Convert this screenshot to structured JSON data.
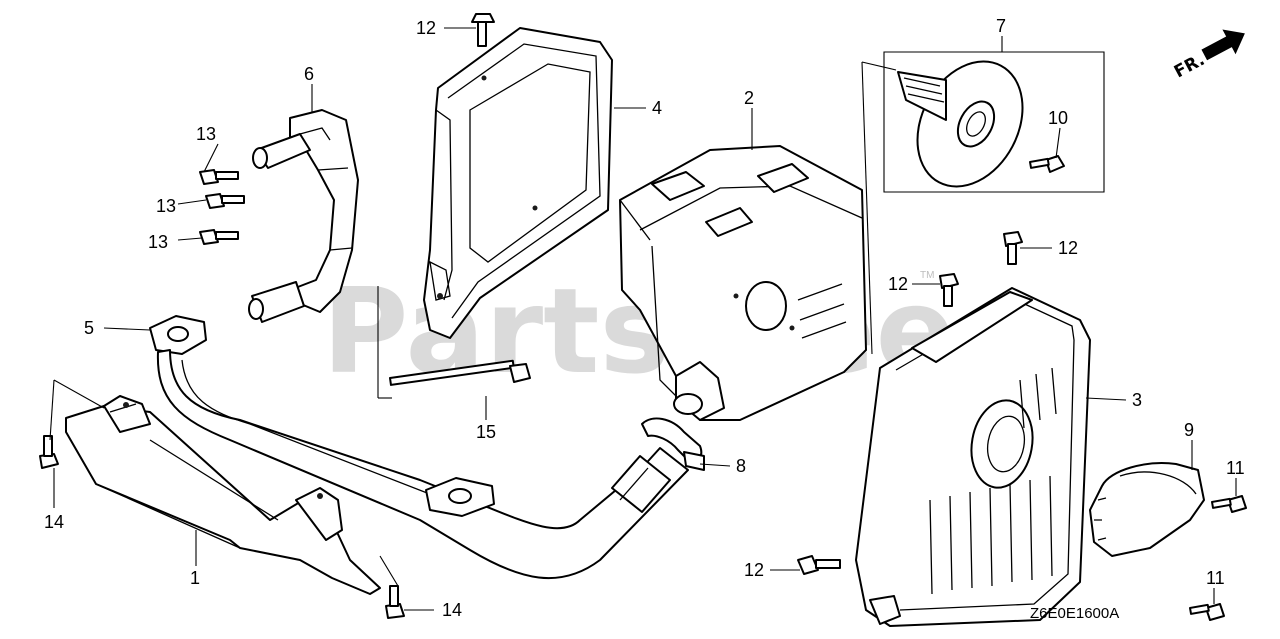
{
  "watermark": "PartsTree",
  "watermark_tm": "TM",
  "direction_label": "FR.",
  "diagram_code": "Z6E0E1600A",
  "callouts": [
    {
      "id": "c1",
      "label": "1"
    },
    {
      "id": "c2",
      "label": "2"
    },
    {
      "id": "c3",
      "label": "3"
    },
    {
      "id": "c4",
      "label": "4"
    },
    {
      "id": "c5",
      "label": "5"
    },
    {
      "id": "c6",
      "label": "6"
    },
    {
      "id": "c7",
      "label": "7"
    },
    {
      "id": "c8",
      "label": "8"
    },
    {
      "id": "c9",
      "label": "9"
    },
    {
      "id": "c10",
      "label": "10"
    },
    {
      "id": "c11a",
      "label": "11"
    },
    {
      "id": "c11b",
      "label": "11"
    },
    {
      "id": "c12a",
      "label": "12"
    },
    {
      "id": "c12b",
      "label": "12"
    },
    {
      "id": "c12c",
      "label": "12"
    },
    {
      "id": "c12d",
      "label": "12"
    },
    {
      "id": "c13a",
      "label": "13"
    },
    {
      "id": "c13b",
      "label": "13"
    },
    {
      "id": "c13c",
      "label": "13"
    },
    {
      "id": "c14a",
      "label": "14"
    },
    {
      "id": "c14b",
      "label": "14"
    },
    {
      "id": "c15",
      "label": "15"
    }
  ]
}
